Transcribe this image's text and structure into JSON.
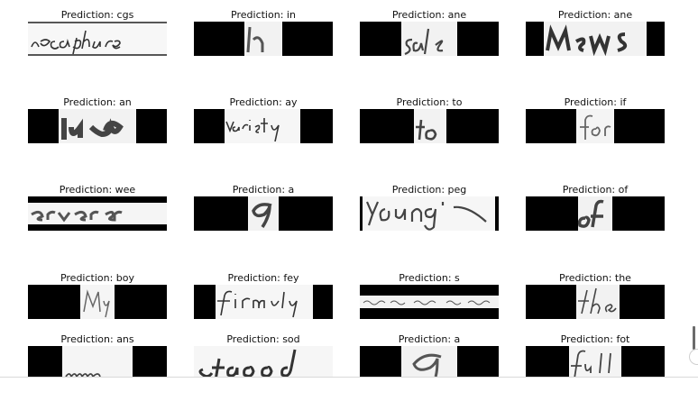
{
  "figure": {
    "predictions": [
      {
        "label": "Prediction: cgs"
      },
      {
        "label": "Prediction: in"
      },
      {
        "label": "Prediction: ane"
      },
      {
        "label": "Prediction: ane"
      },
      {
        "label": "Prediction: an"
      },
      {
        "label": "Prediction: ay"
      },
      {
        "label": "Prediction: to"
      },
      {
        "label": "Prediction: if"
      },
      {
        "label": "Prediction: wee"
      },
      {
        "label": "Prediction: a"
      },
      {
        "label": "Prediction: peg"
      },
      {
        "label": "Prediction: of"
      },
      {
        "label": "Prediction: boy"
      },
      {
        "label": "Prediction: fey"
      },
      {
        "label": "Prediction: s"
      },
      {
        "label": "Prediction: the"
      },
      {
        "label": "Prediction: ans"
      },
      {
        "label": "Prediction: sod"
      },
      {
        "label": "Prediction: a"
      },
      {
        "label": "Prediction: fot"
      }
    ]
  }
}
